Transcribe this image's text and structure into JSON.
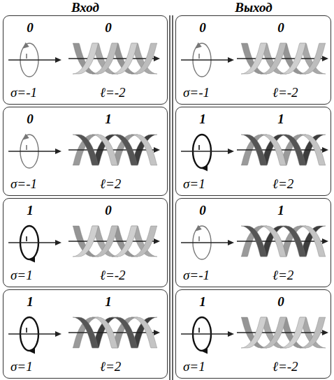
{
  "diagram": {
    "nodes": [
      {
        "text": [
          "0",
          "0",
          "σ=-1",
          "ℓ=-2"
        ]
      },
      {
        "text": [
          "0",
          "0",
          "σ=-1",
          "ℓ=-2"
        ]
      },
      {
        "text": [
          "0",
          "1",
          "σ=-1",
          "ℓ=2"
        ]
      },
      {
        "text": [
          "1",
          "1",
          "σ=1",
          "ℓ=2"
        ]
      },
      {
        "text": [
          "1",
          "0",
          "σ=1",
          "ℓ=-2"
        ]
      },
      {
        "text": [
          "0",
          "1",
          "σ=-1",
          "ℓ=2"
        ]
      },
      {
        "text": [
          "1",
          "1",
          "σ=1",
          "ℓ=2"
        ]
      },
      {
        "text": [
          "1",
          "0",
          "σ=1",
          "ℓ=-2"
        ]
      }
    ],
    "labels": [
      "Вход",
      "Выход"
    ]
  }
}
